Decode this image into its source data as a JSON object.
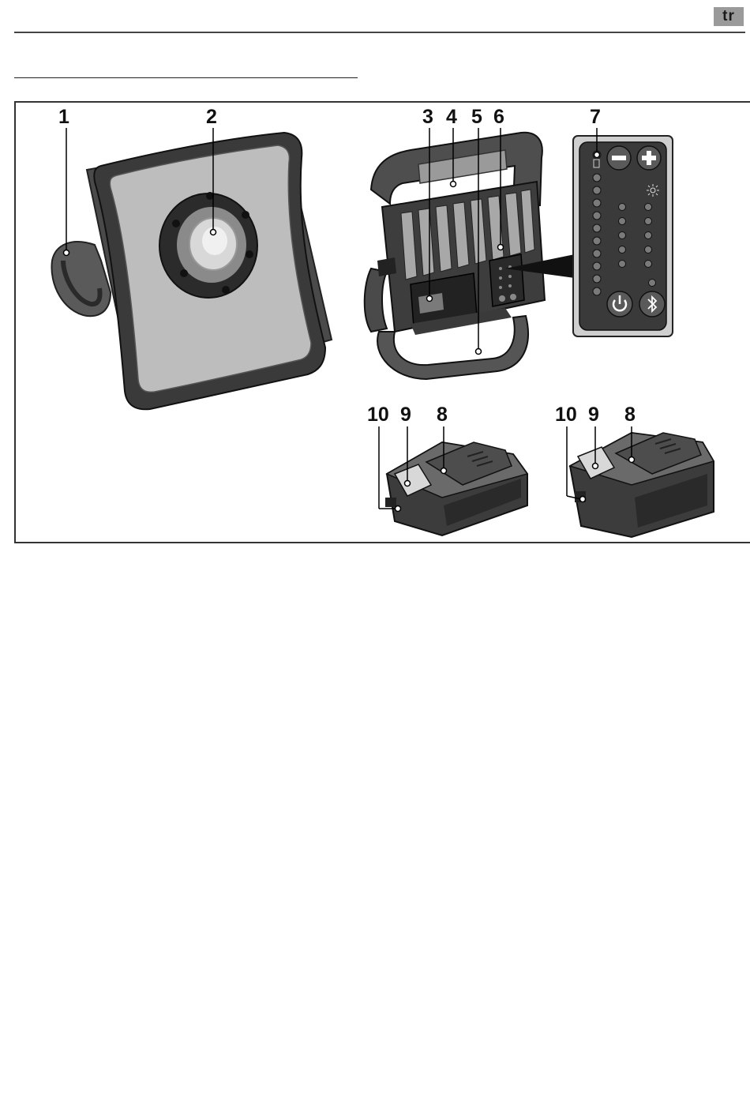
{
  "header": {
    "language_code": "tr"
  },
  "figure": {
    "callouts": {
      "c1": "1",
      "c2": "2",
      "c3": "3",
      "c4": "4",
      "c5": "5",
      "c6": "6",
      "c7": "7",
      "c8a": "8",
      "c9a": "9",
      "c10a": "10",
      "c8b": "8",
      "c9b": "9",
      "c10b": "10"
    },
    "icons": [
      "minus-icon",
      "plus-icon",
      "power-icon",
      "bluetooth-icon",
      "brightness-icon",
      "battery-status-icon"
    ]
  }
}
